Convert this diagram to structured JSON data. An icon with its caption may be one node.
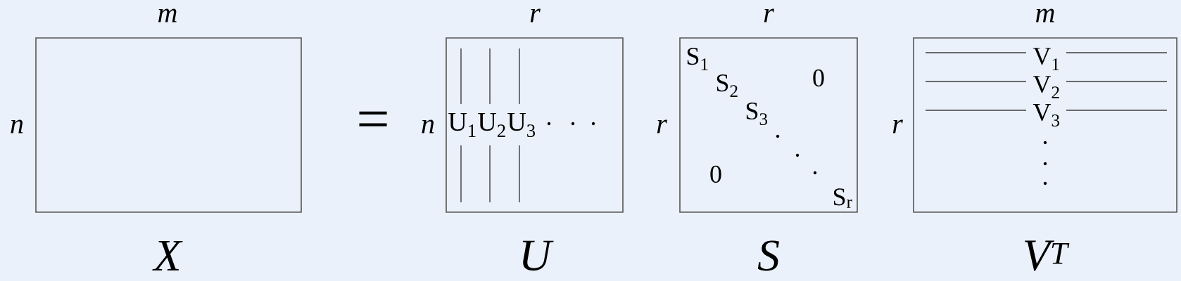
{
  "diagram": {
    "nodes": [
      {
        "text": [
          "X"
        ],
        "beside": [
          "m",
          "n"
        ]
      },
      {
        "text": [
          "U$_{1}$",
          "U$_{2}$",
          "U$_{3}$",
          "U"
        ],
        "beside": [
          "r",
          "n"
        ]
      },
      {
        "text": [
          "S$_{1}$",
          "S$_{2}$",
          "S$_{3}$",
          "0",
          "0",
          "S$_{r}$",
          "S"
        ],
        "beside": [
          "r",
          "r"
        ]
      },
      {
        "text": [
          "V$_{1}$",
          "V$_{2}$",
          "V$_{3}$",
          "V$^{T}$"
        ],
        "beside": [
          "m",
          "r"
        ]
      }
    ],
    "labels": [
      "="
    ]
  }
}
